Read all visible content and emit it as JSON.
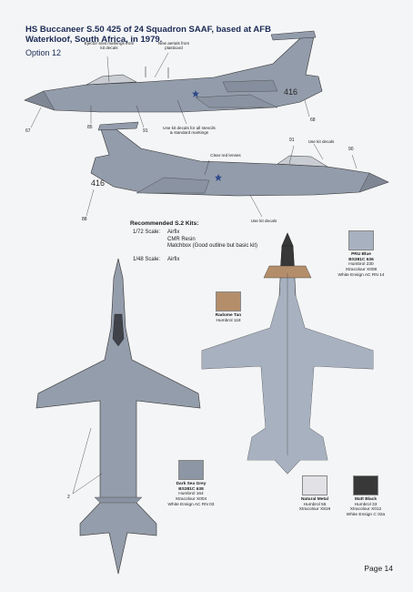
{
  "title": "HS Buccaneer S.50  425 of 24 Squadron SAAF, based at AFB Waterkloof, South Africa, in 1979.",
  "option": "Option 12",
  "callouts": {
    "ejector_seat": "Ejector seat markings from kit decals",
    "aerials": "New aerials from plasticard",
    "kit_decals_stencils": "Use kit decals for all stencils & standard markings",
    "clear_red": "Clear red lenses",
    "use_kit_decals_1": "Use kit decals",
    "use_kit_decals_2": "Use kit decals"
  },
  "stencil_numbers": {
    "n67": "67",
    "n85": "85",
    "n91a": "91",
    "n68": "68",
    "n91b": "91",
    "n90": "90",
    "n88": "88",
    "n2": "2"
  },
  "serials": {
    "top": "416",
    "bottom": "416"
  },
  "kits": {
    "heading": "Recommended S.2 Kits:",
    "rows": [
      {
        "scale": "1/72 Scale:",
        "name": "Airfix"
      },
      {
        "scale": "",
        "name": "CMR Resin"
      },
      {
        "scale": "",
        "name": "Matchbox (Good outline but basic kit)"
      },
      {
        "scale": "1/48 Scale:",
        "name": "Airfix"
      }
    ]
  },
  "colors": {
    "pru_blue": {
      "name": "PRU Blue",
      "bs": "BS381C 636",
      "lines": [
        "Humbrol 230",
        "Xtracolour X008",
        "White Ensign AC RN 14"
      ],
      "hex": "#a7b1c0"
    },
    "radome_tan": {
      "name": "Radome Tan",
      "lines": [
        "Humbrol 118"
      ],
      "hex": "#b48e6a"
    },
    "dark_sea_grey": {
      "name": "Dark Sea Grey",
      "bs": "BS381C 638",
      "lines": [
        "Humbrol 164",
        "Xtracolour X004",
        "White Ensign AC RN 03"
      ],
      "hex": "#8d96a4"
    },
    "natural_metal": {
      "name": "Natural Metal",
      "lines": [
        "Humbrol 56",
        "Xtracolour X819"
      ],
      "hex": "#e2e1e6"
    },
    "matt_black": {
      "name": "Matt Black",
      "lines": [
        "Humbrol 33",
        "Xtracolour X012",
        "White Ensign C 02a"
      ],
      "hex": "#383838"
    }
  },
  "page_number": "Page 14"
}
